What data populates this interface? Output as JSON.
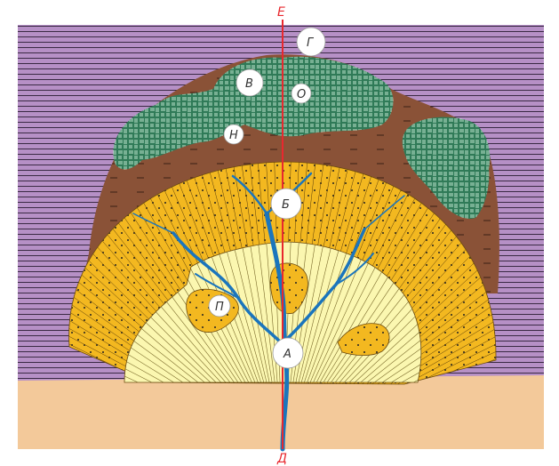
{
  "labels": {
    "top": "Е",
    "bottom": "Д",
    "g": "Г",
    "v": "В",
    "o": "О",
    "n": "Н",
    "b": "Б",
    "p": "П",
    "a": "А"
  },
  "colors": {
    "background_layers": "#b690c6",
    "background_lines": "#3a2a44",
    "ground": "#f3c99a",
    "forest": "#2f7a57",
    "soil": "#8a5237",
    "outer_fan": "#f3b820",
    "inner_fan": "#fbf7b0",
    "river": "#1b75bc",
    "axis": "#e8282e"
  }
}
